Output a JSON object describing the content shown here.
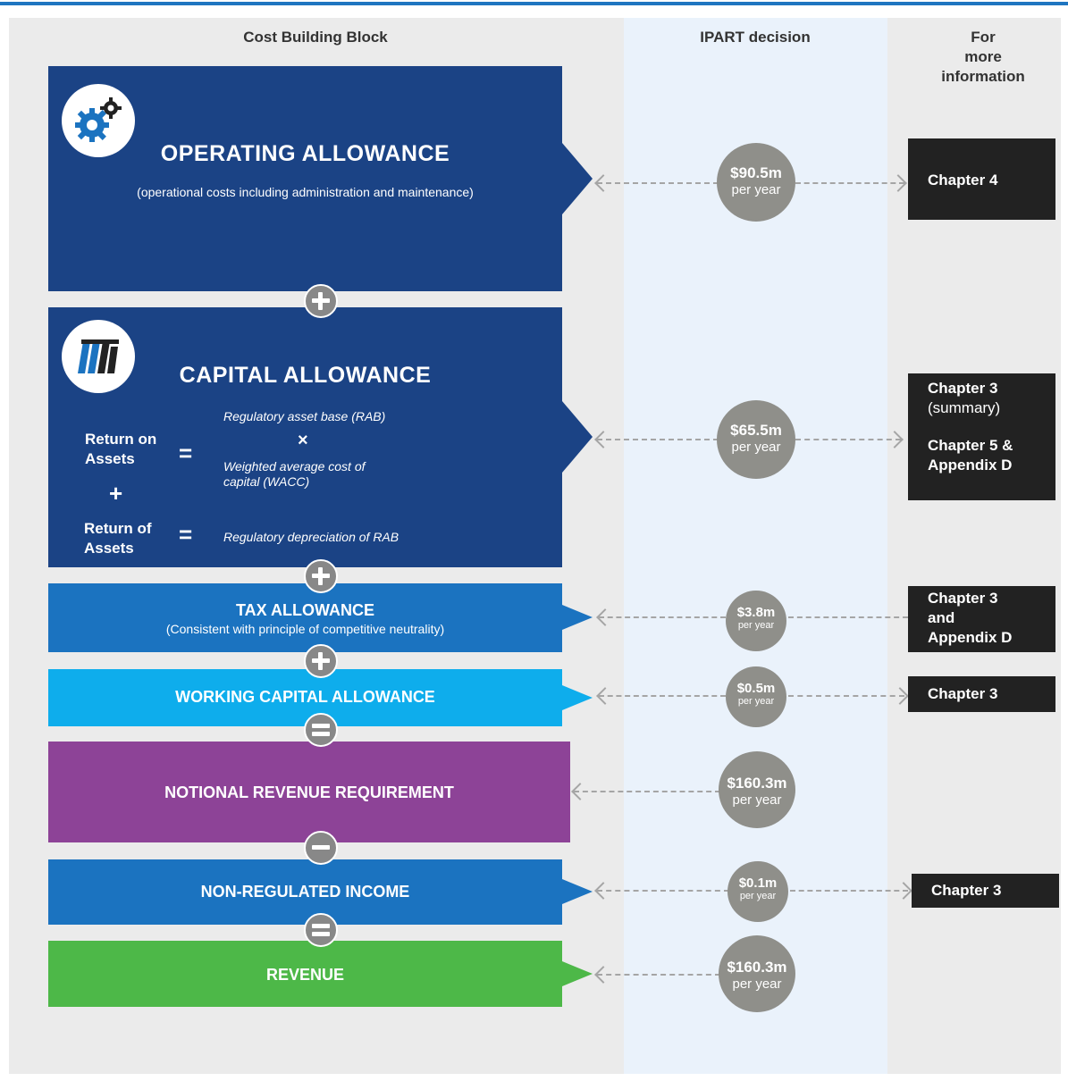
{
  "headers": {
    "cost_building_block": "Cost Building Block",
    "ipart_decision": "IPART decision",
    "more_info_line1": "For",
    "more_info_line2": "more",
    "more_info_line3": "information"
  },
  "blocks": {
    "operating": {
      "title": "OPERATING ALLOWANCE",
      "subtitle": "(operational costs including administration and maintenance)",
      "color": "#1b4385",
      "icon": "gears-icon"
    },
    "capital": {
      "title": "CAPITAL  ALLOWANCE",
      "return_on": "Return on Assets",
      "return_of": "Return of Assets",
      "equals": "=",
      "plus": "+",
      "times": "×",
      "rab": "Regulatory asset base (RAB)",
      "wacc": "Weighted average cost of capital (WACC)",
      "depreciation": "Regulatory depreciation of RAB",
      "color": "#1b4385",
      "icon": "logo-icon"
    },
    "tax": {
      "title": "TAX ALLOWANCE",
      "subtitle": "(Consistent with principle of competitive neutrality)",
      "color": "#1b73c0"
    },
    "working_capital": {
      "title": "WORKING CAPITAL ALLOWANCE",
      "color": "#0eadec"
    },
    "notional": {
      "title": "NOTIONAL REVENUE REQUIREMENT",
      "color": "#8d4397"
    },
    "non_regulated": {
      "title": "NON-REGULATED INCOME",
      "color": "#1b73c0"
    },
    "revenue": {
      "title": "REVENUE",
      "color": "#4db848"
    }
  },
  "operators": [
    "plus",
    "plus",
    "plus",
    "equals",
    "minus",
    "equals"
  ],
  "decisions": [
    {
      "amount": "$90.5m",
      "unit": "per year"
    },
    {
      "amount": "$65.5m",
      "unit": "per year"
    },
    {
      "amount": "$3.8m",
      "unit": "per year"
    },
    {
      "amount": "$0.5m",
      "unit": "per year"
    },
    {
      "amount": "$160.3m",
      "unit": "per year"
    },
    {
      "amount": "$0.1m",
      "unit": "per year"
    },
    {
      "amount": "$160.3m",
      "unit": "per year"
    }
  ],
  "chapters": {
    "operating": {
      "line1": "Chapter 4"
    },
    "capital": {
      "line1": "Chapter 3",
      "line2": "(summary)",
      "line3": "Chapter 5 &",
      "line4": "Appendix D"
    },
    "tax": {
      "line1": "Chapter 3",
      "line2": "and",
      "line3": "Appendix D"
    },
    "working_capital": {
      "line1": "Chapter 3"
    },
    "non_regulated": {
      "line1": "Chapter 3"
    }
  }
}
